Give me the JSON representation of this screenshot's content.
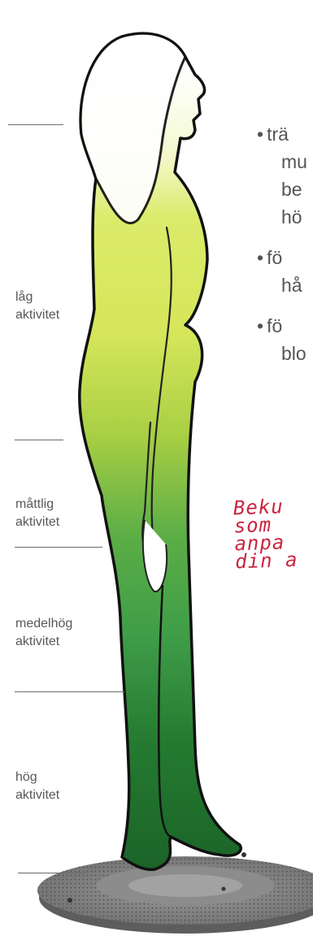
{
  "activity_levels": [
    {
      "label_line1": "låg",
      "label_line2": "aktivitet"
    },
    {
      "label_line1": "måttlig",
      "label_line2": "aktivitet"
    },
    {
      "label_line1": "medelhög",
      "label_line2": "aktivitet"
    },
    {
      "label_line1": "hög",
      "label_line2": "aktivitet"
    }
  ],
  "bullets": [
    {
      "lines": [
        "trä",
        "mu",
        "be",
        "hö"
      ]
    },
    {
      "lines": [
        "fö",
        "hå"
      ]
    },
    {
      "lines": [
        "fö",
        "blo"
      ]
    }
  ],
  "handwritten_note": [
    "Beku",
    "som",
    "anpa",
    "din a"
  ],
  "colors": {
    "gradient_top": "#eef5b8",
    "gradient_light": "#d2e44e",
    "gradient_mid": "#8fc23a",
    "gradient_green": "#3d9a43",
    "gradient_dark": "#1e6b2a",
    "note_red": "#c9253e"
  }
}
